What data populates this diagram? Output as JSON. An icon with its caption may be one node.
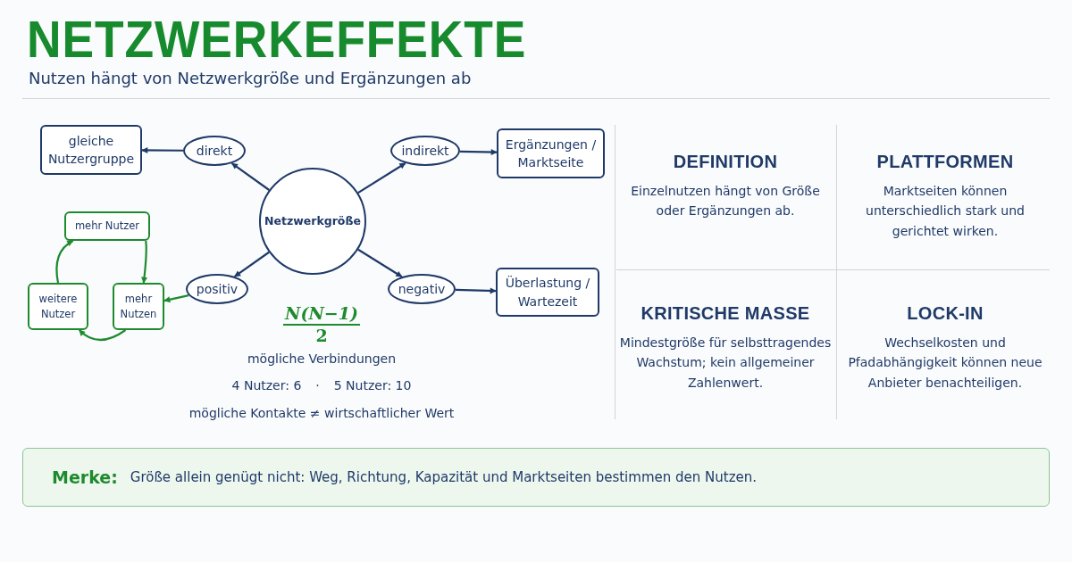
{
  "diagram": {
    "title": "NETZWERKEFFEKTE",
    "nodes": [
      {
        "text": [
          "Netzwerkgröße"
        ]
      },
      {
        "text": [
          "direkt"
        ]
      },
      {
        "text": [
          "gleiche Nutzergruppe"
        ]
      },
      {
        "text": [
          "indirekt"
        ]
      },
      {
        "text": [
          "Ergänzungen / Marktseite"
        ]
      },
      {
        "text": [
          "positiv"
        ]
      },
      {
        "text": [
          "negativ"
        ]
      },
      {
        "text": [
          "Überlastung / Wartezeit"
        ]
      },
      {
        "text": [
          "mehr Nutzer"
        ]
      },
      {
        "text": [
          "weitere Nutzer"
        ]
      },
      {
        "text": [
          "mehr Nutzen"
        ]
      },
      {
        "text": [
          "Merke:",
          "Größe allein genügt nicht: Weg, Richtung, Kapazität und Marktseiten bestimmen den Nutzen."
        ]
      }
    ],
    "edges": [
      {
        "from": 0,
        "to": 1,
        "arrow": "to"
      },
      {
        "from": 1,
        "to": 2,
        "arrow": "to"
      },
      {
        "from": 0,
        "to": 3,
        "arrow": "to"
      },
      {
        "from": 3,
        "to": 4,
        "arrow": "to"
      },
      {
        "from": 0,
        "to": 5,
        "arrow": "to"
      },
      {
        "from": 5,
        "to": 10,
        "arrow": "to",
        "color": "#1e8a2e"
      },
      {
        "from": 0,
        "to": 6,
        "arrow": "to"
      },
      {
        "from": 6,
        "to": 7,
        "arrow": "to"
      },
      {
        "from": 8,
        "to": 10,
        "arrow": "to",
        "color": "#1e8a2e"
      },
      {
        "from": 10,
        "to": 9,
        "arrow": "to",
        "color": "#1e8a2e"
      },
      {
        "from": 9,
        "to": 8,
        "arrow": "to",
        "color": "#1e8a2e"
      }
    ],
    "labels": [
      "Nutzen hängt von Netzwerkgröße und Ergänzungen ab",
      "N(N−1)",
      "2",
      "mögliche Verbindungen",
      "4 Nutzer: 6",
      "·",
      "5 Nutzer: 10",
      "mögliche Kontakte ≠ wirtschaftlicher Wert",
      "DEFINITION",
      "Einzelnutzen hängt von Größe oder Ergänzungen ab.",
      "PLATTFORMEN",
      "Marktseiten können unterschiedlich stark und gerichtet wirken.",
      "KRITISCHE MASSE",
      "Mindestgröße für selbsttragendes Wachstum; kein allgemeiner Zahlenwert.",
      "LOCK-IN",
      "Wechselkosten und Pfadabhängigkeit können neue Anbieter benachteiligen."
    ]
  }
}
